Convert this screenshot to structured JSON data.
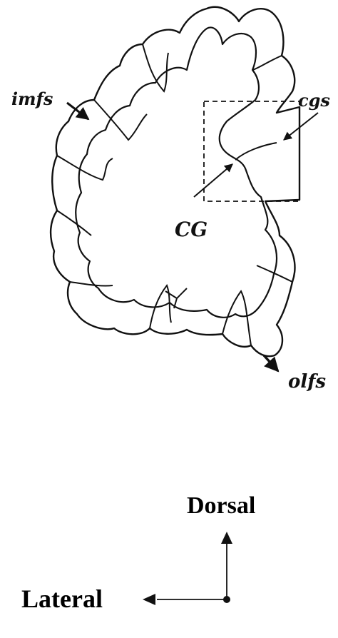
{
  "labels": {
    "imfs": "imfs",
    "cgs": "cgs",
    "cg": "CG",
    "olfs": "olfs"
  },
  "orientation": {
    "dorsal": "Dorsal",
    "lateral": "Lateral"
  },
  "colors": {
    "ink": "#111111",
    "background": "#ffffff"
  }
}
